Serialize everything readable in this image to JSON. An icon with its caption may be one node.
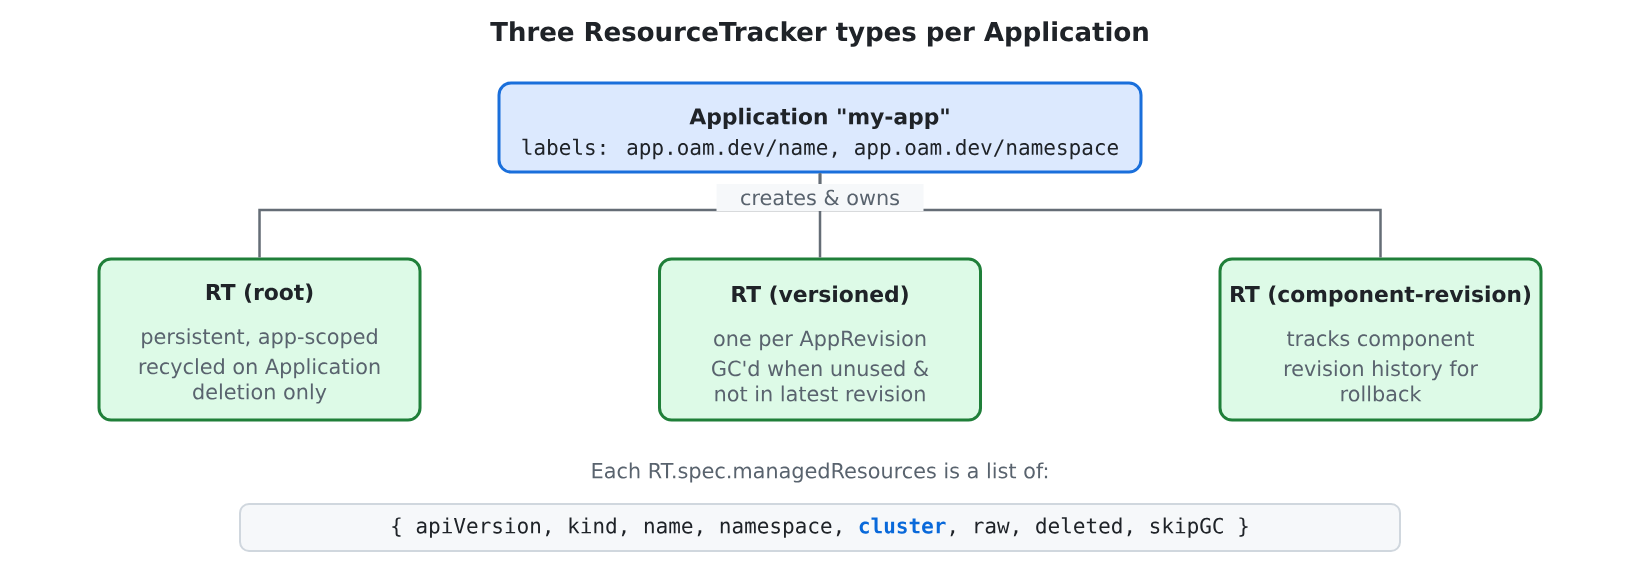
{
  "diagram": {
    "title": "Three ResourceTracker types per Application",
    "nodes": [
      {
        "text": [
          "Application \"my-app\"",
          "labels: app.oam.dev/name, app.oam.dev/namespace"
        ]
      },
      {
        "text": [
          "RT (root)",
          "persistent, app-scoped",
          "recycled on Application deletion only"
        ]
      },
      {
        "text": [
          "RT (versioned)",
          "one per AppRevision",
          "GC'd when unused & not in latest revision"
        ]
      },
      {
        "text": [
          "RT (component-revision)",
          "tracks component",
          "revision history for rollback"
        ]
      },
      {
        "text": [
          "Each RT.spec.managedResources is a list of:",
          "{ apiVersion, kind, name, namespace, **cluster**, raw, deleted, skipGC }"
        ]
      }
    ],
    "edges": [
      {
        "from": 0,
        "to": 1,
        "arrow": "none"
      },
      {
        "from": 0,
        "to": 2,
        "arrow": "none",
        "label": "creates & owns"
      },
      {
        "from": 0,
        "to": 3,
        "arrow": "none"
      }
    ]
  }
}
